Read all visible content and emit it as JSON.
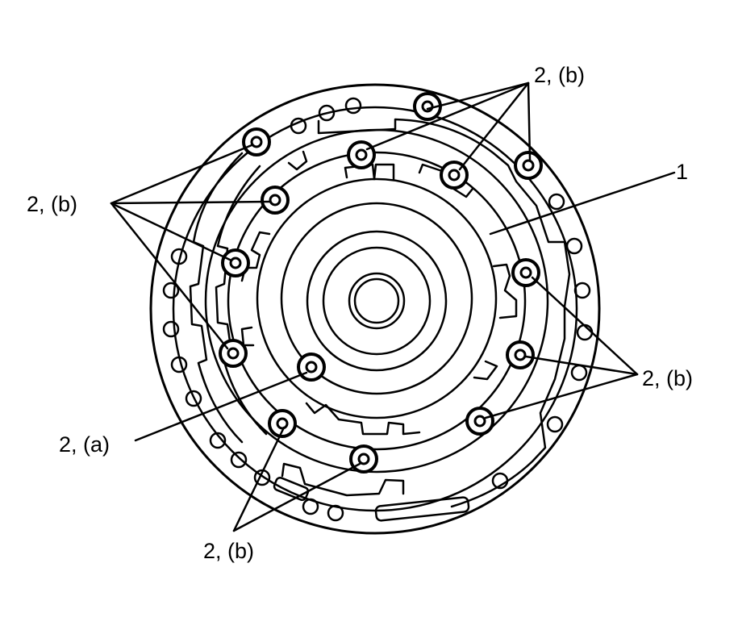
{
  "diagram": {
    "callouts": {
      "top_right": "2, (b)",
      "left": "2, (b)",
      "right": "2, (b)",
      "bottom": "2, (b)",
      "left_bottom": "2, (a)",
      "part": "1"
    }
  },
  "colors": {
    "line": "#000000",
    "background": "#ffffff"
  }
}
